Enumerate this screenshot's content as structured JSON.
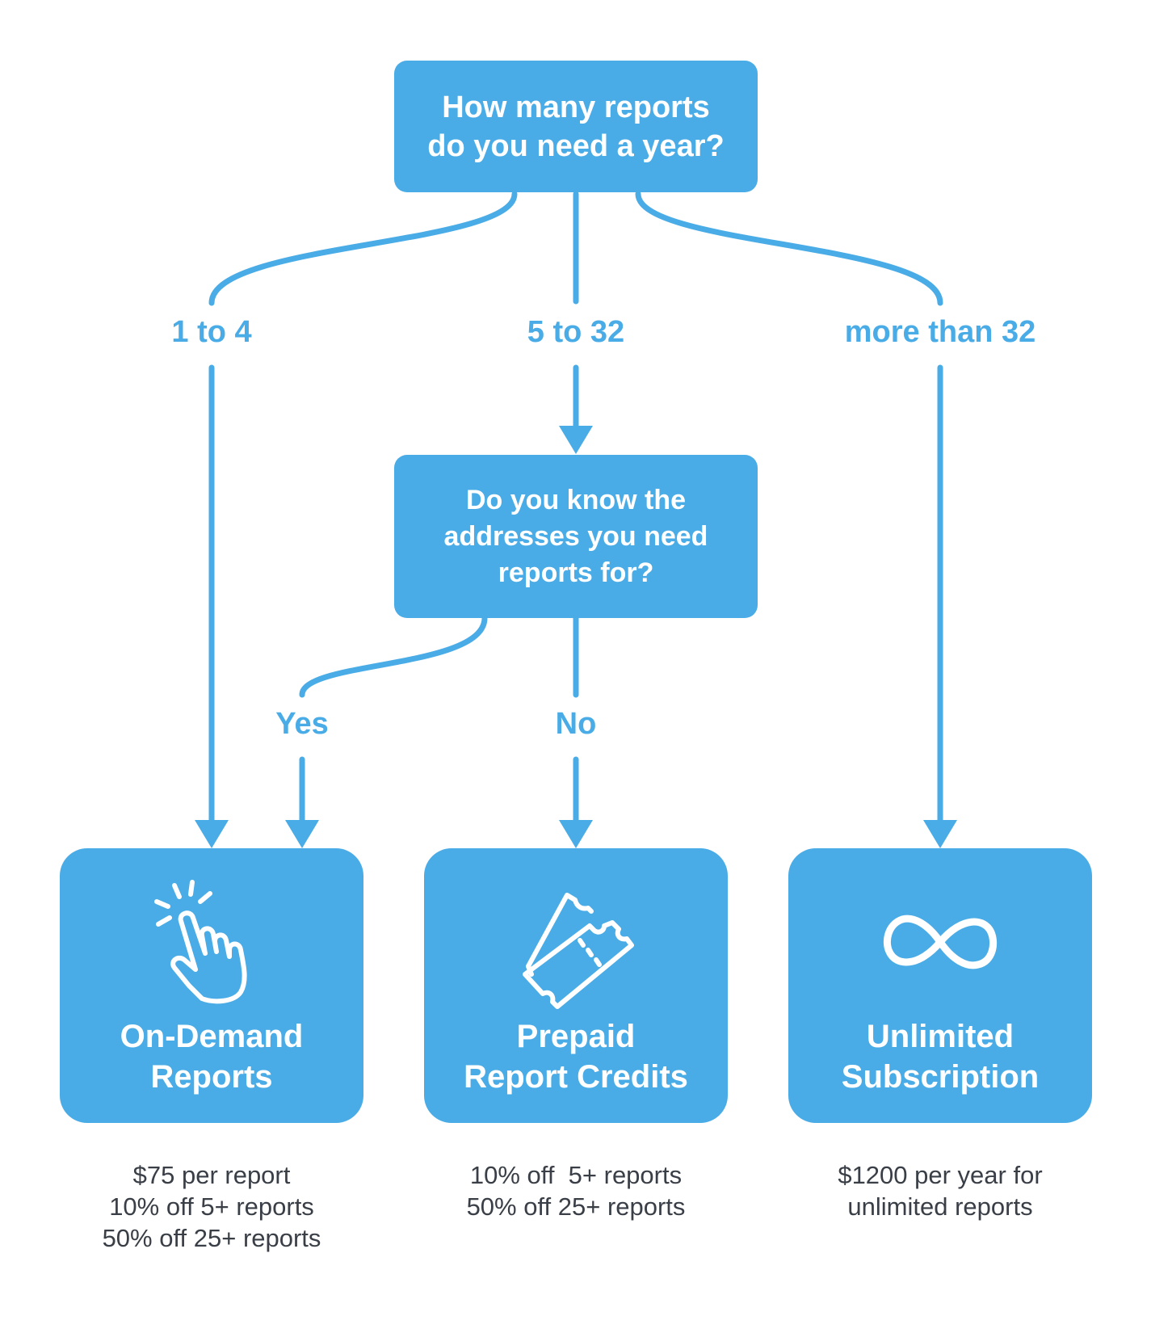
{
  "question_1": {
    "line1": "How many reports",
    "line2": "do you need a year?"
  },
  "branches_1": {
    "left": "1 to 4",
    "middle": "5 to 32",
    "right": "more than 32"
  },
  "question_2": {
    "line1": "Do you know the",
    "line2": "addresses you need",
    "line3": "reports for?"
  },
  "branches_2": {
    "yes": "Yes",
    "no": "No"
  },
  "plans": {
    "on_demand": {
      "icon": "hand-click-icon",
      "title1": "On-Demand",
      "title2": "Reports",
      "details": [
        "$75 per report",
        "10% off 5+ reports",
        "50% off 25+ reports"
      ]
    },
    "prepaid": {
      "icon": "ticket-icon",
      "title1": "Prepaid",
      "title2": "Report Credits",
      "details": [
        "10% off  5+ reports",
        "50% off 25+ reports"
      ]
    },
    "unlimited": {
      "icon": "infinity-icon",
      "title1": "Unlimited",
      "title2": "Subscription",
      "details": [
        "$1200 per year for",
        "unlimited reports"
      ]
    }
  },
  "colors": {
    "accent": "#4aace6",
    "text": "#3a3f47",
    "background": "#ffffff"
  }
}
